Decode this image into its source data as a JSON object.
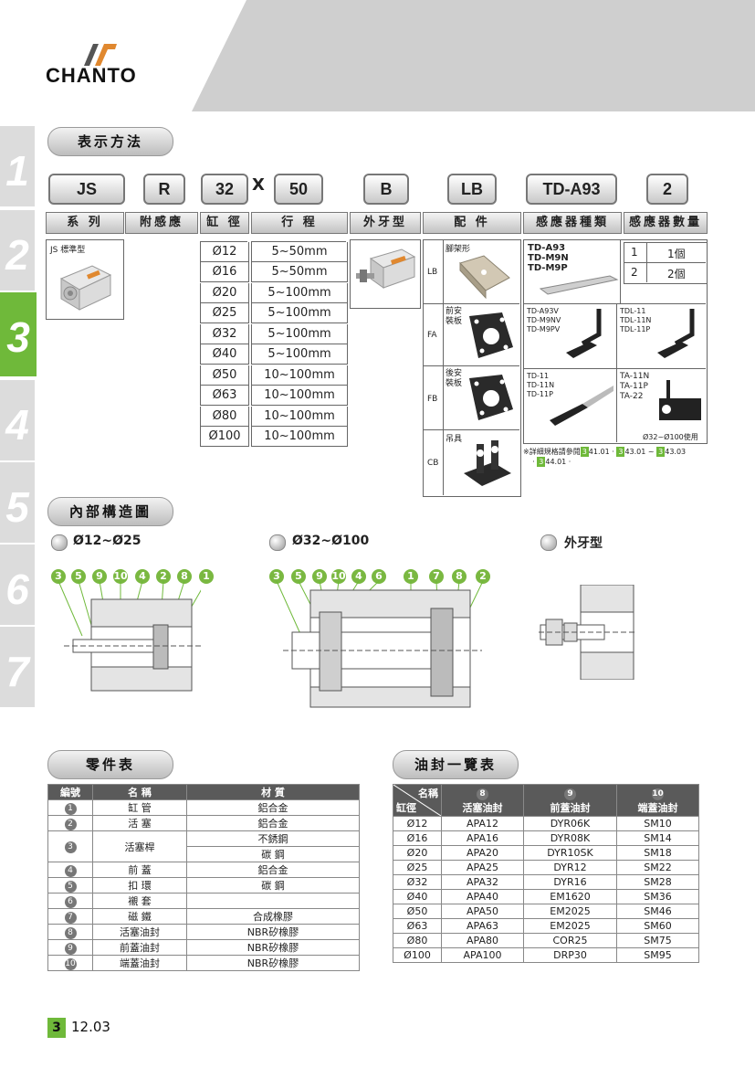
{
  "brand": {
    "name": "CHANTO"
  },
  "side_tabs": [
    "1",
    "2",
    "3",
    "4",
    "5",
    "6",
    "7"
  ],
  "sections": {
    "notation": "表示方法",
    "structure": "內部構造圖",
    "parts": "零件表",
    "seals": "油封一覽表"
  },
  "codes": [
    "JS",
    "R",
    "32",
    "X",
    "50",
    "B",
    "LB",
    "TD-A93",
    "2"
  ],
  "headers": [
    "系 列",
    "附感應",
    "缸 徑",
    "行 程",
    "外牙型",
    "配 件",
    "感應器種類",
    "感應器數量"
  ],
  "series_label": "JS 標準型",
  "bores": [
    "Ø12",
    "Ø16",
    "Ø20",
    "Ø25",
    "Ø32",
    "Ø40",
    "Ø50",
    "Ø63",
    "Ø80",
    "Ø100"
  ],
  "strokes": [
    "5~50mm",
    "5~50mm",
    "5~100mm",
    "5~100mm",
    "5~100mm",
    "5~100mm",
    "10~100mm",
    "10~100mm",
    "10~100mm",
    "10~100mm"
  ],
  "accessories": [
    {
      "code": "LB",
      "label": "腳架形"
    },
    {
      "code": "FA",
      "label": "前安裝板"
    },
    {
      "code": "FB",
      "label": "後安裝板"
    },
    {
      "code": "CB",
      "label": "吊具"
    }
  ],
  "sensors": {
    "top": [
      "TD-A93",
      "TD-M9N",
      "TD-M9P"
    ],
    "mid_left": [
      "TD-A93V",
      "TD-M9NV",
      "TD-M9PV"
    ],
    "mid_right": [
      "TDL-11",
      "TDL-11N",
      "TDL-11P"
    ],
    "bot_left": [
      "TD-11",
      "TD-11N",
      "TD-11P"
    ],
    "bot_right": [
      "TA-11N",
      "TA-11P",
      "TA-22"
    ],
    "bot_right_note": "Ø32~Ø100使用",
    "ref_text": "※詳細規格請參閱",
    "refs": [
      "3",
      "41.01",
      "3",
      "43.01",
      "3",
      "43.03",
      "3",
      "44.01"
    ]
  },
  "sensor_qty": [
    {
      "n": "1",
      "label": "1個"
    },
    {
      "n": "2",
      "label": "2個"
    }
  ],
  "structure_views": [
    {
      "label": "Ø12~Ø25",
      "nums": [
        "3",
        "5",
        "9",
        "10",
        "4",
        "2",
        "8",
        "1"
      ]
    },
    {
      "label": "Ø32~Ø100",
      "nums": [
        "3",
        "5",
        "9",
        "10",
        "4",
        "6",
        "1",
        "7",
        "8",
        "2"
      ]
    },
    {
      "label": "外牙型",
      "nums": []
    }
  ],
  "parts_table": {
    "headers": [
      "編號",
      "名 稱",
      "材 質"
    ],
    "rows": [
      {
        "no": "1",
        "name": "缸 管",
        "mat": "鋁合金"
      },
      {
        "no": "2",
        "name": "活 塞",
        "mat": "鋁合金"
      },
      {
        "no": "3",
        "name": "活塞桿",
        "mat": "不銹鋼",
        "mat2": "碳 鋼"
      },
      {
        "no": "4",
        "name": "前 蓋",
        "mat": "鋁合金"
      },
      {
        "no": "5",
        "name": "扣 環",
        "mat": "碳 鋼"
      },
      {
        "no": "6",
        "name": "襯 套",
        "mat": ""
      },
      {
        "no": "7",
        "name": "磁 鐵",
        "mat": "合成橡膠"
      },
      {
        "no": "8",
        "name": "活塞油封",
        "mat": "NBR矽橡膠"
      },
      {
        "no": "9",
        "name": "前蓋油封",
        "mat": "NBR矽橡膠"
      },
      {
        "no": "10",
        "name": "端蓋油封",
        "mat": "NBR矽橡膠"
      }
    ]
  },
  "seal_table": {
    "corner_top": "名稱",
    "corner_bottom": "缸徑",
    "headers": [
      {
        "n": "8",
        "label": "活塞油封"
      },
      {
        "n": "9",
        "label": "前蓋油封"
      },
      {
        "n": "10",
        "label": "端蓋油封"
      }
    ],
    "rows": [
      [
        "Ø12",
        "APA12",
        "DYR06K",
        "SM10"
      ],
      [
        "Ø16",
        "APA16",
        "DYR08K",
        "SM14"
      ],
      [
        "Ø20",
        "APA20",
        "DYR10SK",
        "SM18"
      ],
      [
        "Ø25",
        "APA25",
        "DYR12",
        "SM22"
      ],
      [
        "Ø32",
        "APA32",
        "DYR16",
        "SM28"
      ],
      [
        "Ø40",
        "APA40",
        "EM1620",
        "SM36"
      ],
      [
        "Ø50",
        "APA50",
        "EM2025",
        "SM46"
      ],
      [
        "Ø63",
        "APA63",
        "EM2025",
        "SM60"
      ],
      [
        "Ø80",
        "APA80",
        "COR25",
        "SM75"
      ],
      [
        "Ø100",
        "APA100",
        "DRP30",
        "SM95"
      ]
    ]
  },
  "footer": {
    "chapter": "3",
    "page": "12.03"
  },
  "colors": {
    "accent": "#6fb93a",
    "header_band": "#cfcfcf"
  }
}
